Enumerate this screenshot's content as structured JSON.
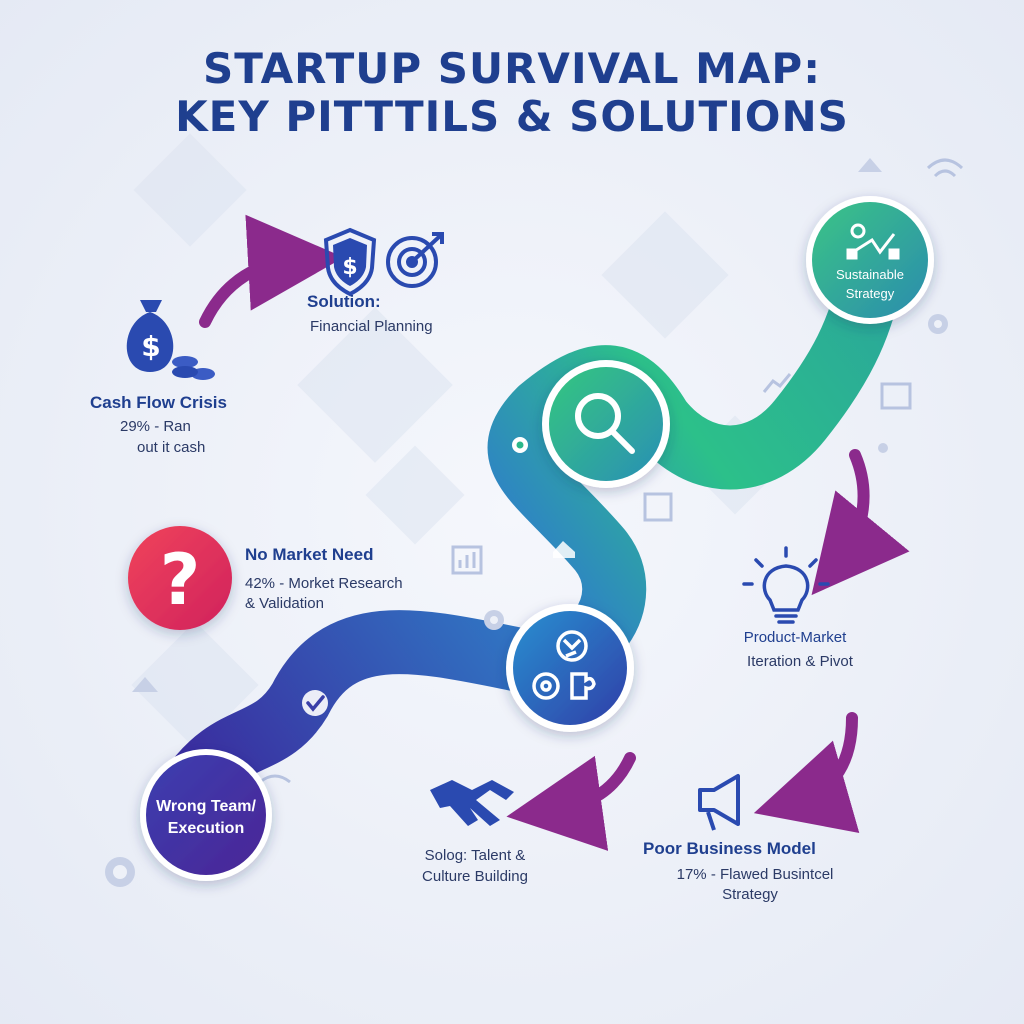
{
  "title": {
    "line1": "STARTUP SURVIVAL MAP:",
    "line2": "KEY PITTTILS & SOLUTIONS"
  },
  "colors": {
    "title": "#1f3f8f",
    "path_start": "#3a2fa0",
    "path_mid": "#2f7fc8",
    "path_end": "#2cc08a",
    "arrow": "#8b2a8c",
    "question": "#e8325a"
  },
  "nodes": {
    "cash_flow": {
      "label": "Cash Flow Crisis",
      "line1": "29% - Ran",
      "line2": "out it cash",
      "icon": "money-bag-icon"
    },
    "financial": {
      "label": "Solution:",
      "line1": "Financial Planning",
      "icons": [
        "shield-dollar-icon",
        "target-icon"
      ]
    },
    "market_need": {
      "label": "No Market Need",
      "line1": "42% - Morket Research",
      "line2": "& Validation",
      "icon": "question-icon"
    },
    "sustainable": {
      "line1": "Sustainable",
      "line2": "Strategy",
      "icon": "strategy-icon"
    },
    "product_market": {
      "line1": "Product-Market",
      "line2": "Iteration & Pivot",
      "icon": "lightbulb-icon"
    },
    "wrong_team": {
      "line1": "Wrong Team/",
      "line2": "Execution"
    },
    "talent": {
      "line1": "Solog: Talent &",
      "line2": "Culture Building",
      "icon": "handshake-icon"
    },
    "business_model": {
      "label": "Poor Business Model",
      "line1": "17% - Flawed Busintcel",
      "line2": "Strategy",
      "icon": "megaphone-icon"
    },
    "search": {
      "icon": "magnifier-icon"
    },
    "ops": {
      "icon": "gears-puzzle-icon"
    }
  }
}
